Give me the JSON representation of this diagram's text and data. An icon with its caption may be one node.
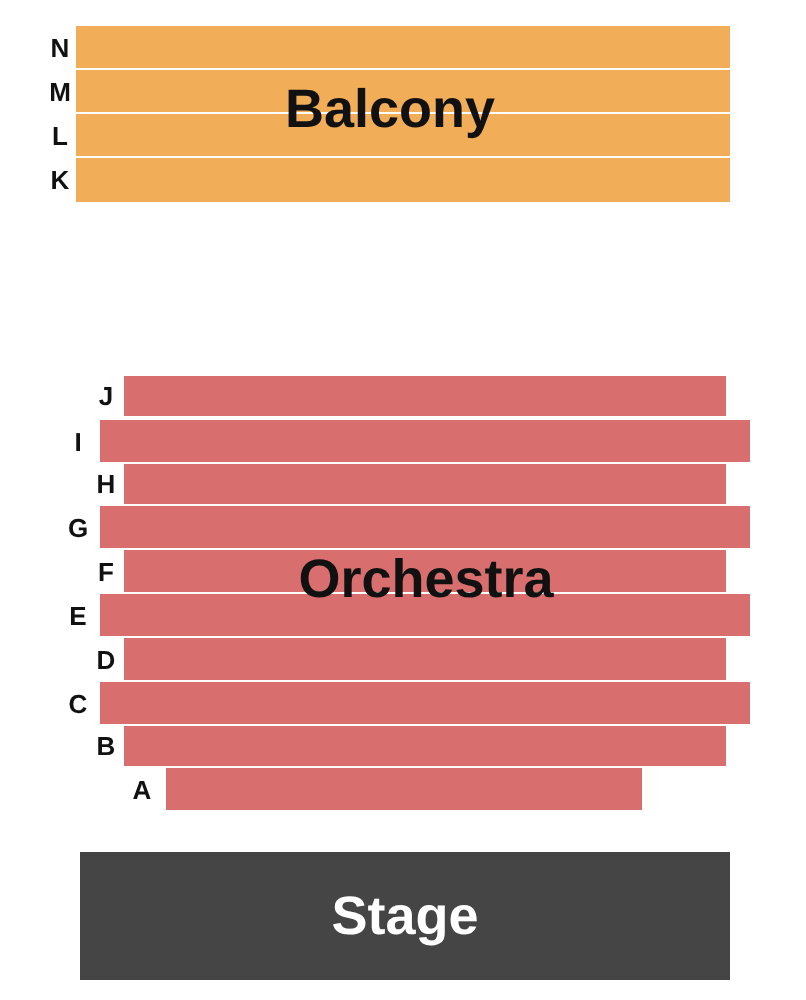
{
  "diagram": {
    "nodes": [
      {
        "text": [
          "Balcony"
        ]
      },
      {
        "text": [
          "Orchestra"
        ]
      },
      {
        "text": [
          "Stage"
        ]
      }
    ],
    "labels": [
      "N",
      "M",
      "L",
      "K",
      "J",
      "I",
      "H",
      "G",
      "F",
      "E",
      "D",
      "C",
      "B",
      "A"
    ]
  }
}
